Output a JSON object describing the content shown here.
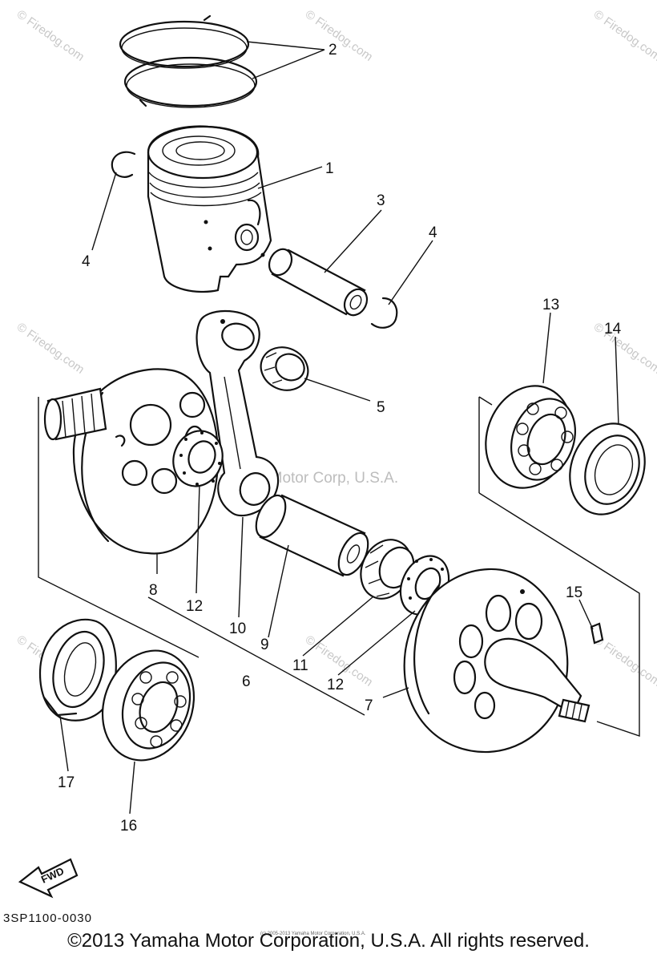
{
  "callouts": {
    "c1": "1",
    "c2": "2",
    "c3": "3",
    "c4a": "4",
    "c4b": "4",
    "c5": "5",
    "c6": "6",
    "c7": "7",
    "c8": "8",
    "c9": "9",
    "c10": "10",
    "c11": "11",
    "c12a": "12",
    "c12b": "12",
    "c13": "13",
    "c14": "14",
    "c15": "15",
    "c16": "16",
    "c17": "17"
  },
  "watermark": {
    "brand": "© Firedog.com",
    "site": "Firedog.com",
    "center": "Yamaha Motor Corp, U.S.A."
  },
  "diagram_code": "3SP1100-0030",
  "fwd_label": "FWD",
  "small_copyright": "(c) 2005-2013 Yamaha Motor Corporation, U.S.A.",
  "copyright": "©2013 Yamaha Motor Corporation, U.S.A. All rights reserved."
}
